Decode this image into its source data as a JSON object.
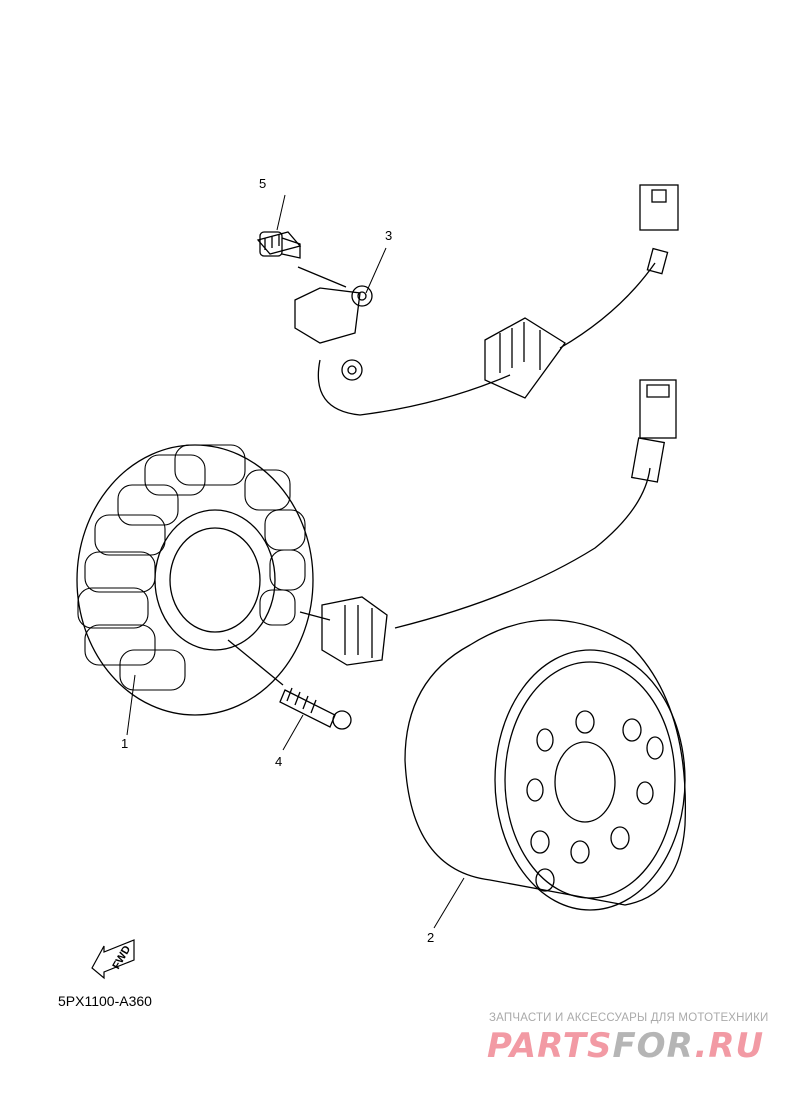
{
  "callouts": {
    "c1": "1",
    "c2": "2",
    "c3": "3",
    "c4": "4",
    "c5": "5"
  },
  "fwd_label": "FWD",
  "diagram_code": "5PX1100-A360",
  "watermark": {
    "tagline": "ЗАПЧАСТИ И АКСЕССУАРЫ ДЛЯ МОТОТЕХНИКИ",
    "logo_part1": "PARTS",
    "logo_part2": "FOR",
    "logo_part3": ".RU"
  },
  "colors": {
    "watermark_pink": "#f29aa4",
    "watermark_gray": "#b5b5b5"
  }
}
